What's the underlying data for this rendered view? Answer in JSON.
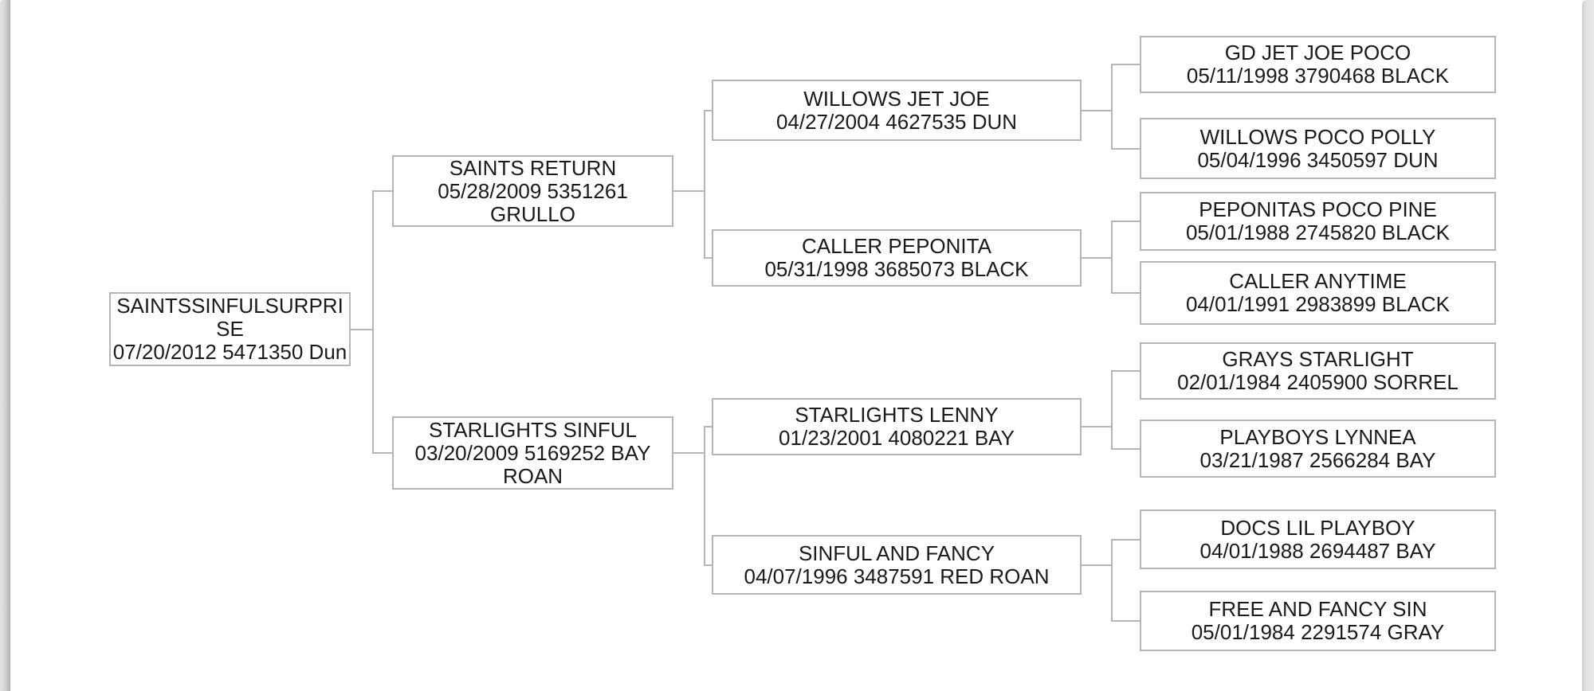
{
  "page": {
    "background": "#ffffff",
    "box_border_color": "#b5b5b5",
    "connector_color": "#b5b5b5",
    "text_color": "#1a1a1a"
  },
  "pedigree": {
    "nodes": [
      {
        "id": "subject",
        "generation": 1,
        "name": "SAINTSSINFULSURPRISE",
        "details": "07/20/2012 5471350 Dun",
        "sire": "saints-return",
        "dam": "starlights-sinful"
      },
      {
        "id": "saints-return",
        "generation": 2,
        "name": "SAINTS RETURN",
        "details": "05/28/2009 5351261 GRULLO",
        "sire": "willows-jet-joe",
        "dam": "caller-peponita"
      },
      {
        "id": "starlights-sinful",
        "generation": 2,
        "name": "STARLIGHTS SINFUL",
        "details": "03/20/2009 5169252 BAY ROAN",
        "sire": "starlights-lenny",
        "dam": "sinful-and-fancy"
      },
      {
        "id": "willows-jet-joe",
        "generation": 3,
        "name": "WILLOWS JET JOE",
        "details": "04/27/2004 4627535 DUN",
        "sire": "gd-jet-joe-poco",
        "dam": "willows-poco-polly"
      },
      {
        "id": "caller-peponita",
        "generation": 3,
        "name": "CALLER PEPONITA",
        "details": "05/31/1998 3685073 BLACK",
        "sire": "peponitas-poco-pine",
        "dam": "caller-anytime"
      },
      {
        "id": "starlights-lenny",
        "generation": 3,
        "name": "STARLIGHTS LENNY",
        "details": "01/23/2001 4080221 BAY",
        "sire": "grays-starlight",
        "dam": "playboys-lynnea"
      },
      {
        "id": "sinful-and-fancy",
        "generation": 3,
        "name": "SINFUL AND FANCY",
        "details": "04/07/1996 3487591 RED ROAN",
        "sire": "docs-lil-playboy",
        "dam": "free-and-fancy-sin"
      },
      {
        "id": "gd-jet-joe-poco",
        "generation": 4,
        "name": "GD JET JOE POCO",
        "details": "05/11/1998 3790468 BLACK"
      },
      {
        "id": "willows-poco-polly",
        "generation": 4,
        "name": "WILLOWS POCO POLLY",
        "details": "05/04/1996 3450597 DUN"
      },
      {
        "id": "peponitas-poco-pine",
        "generation": 4,
        "name": "PEPONITAS POCO PINE",
        "details": "05/01/1988 2745820 BLACK"
      },
      {
        "id": "caller-anytime",
        "generation": 4,
        "name": "CALLER ANYTIME",
        "details": "04/01/1991 2983899 BLACK"
      },
      {
        "id": "grays-starlight",
        "generation": 4,
        "name": "GRAYS STARLIGHT",
        "details": "02/01/1984 2405900 SORREL"
      },
      {
        "id": "playboys-lynnea",
        "generation": 4,
        "name": "PLAYBOYS LYNNEA",
        "details": "03/21/1987 2566284 BAY"
      },
      {
        "id": "docs-lil-playboy",
        "generation": 4,
        "name": "DOCS LIL PLAYBOY",
        "details": "04/01/1988 2694487 BAY"
      },
      {
        "id": "free-and-fancy-sin",
        "generation": 4,
        "name": "FREE AND FANCY SIN",
        "details": "05/01/1984 2291574 GRAY"
      }
    ]
  }
}
